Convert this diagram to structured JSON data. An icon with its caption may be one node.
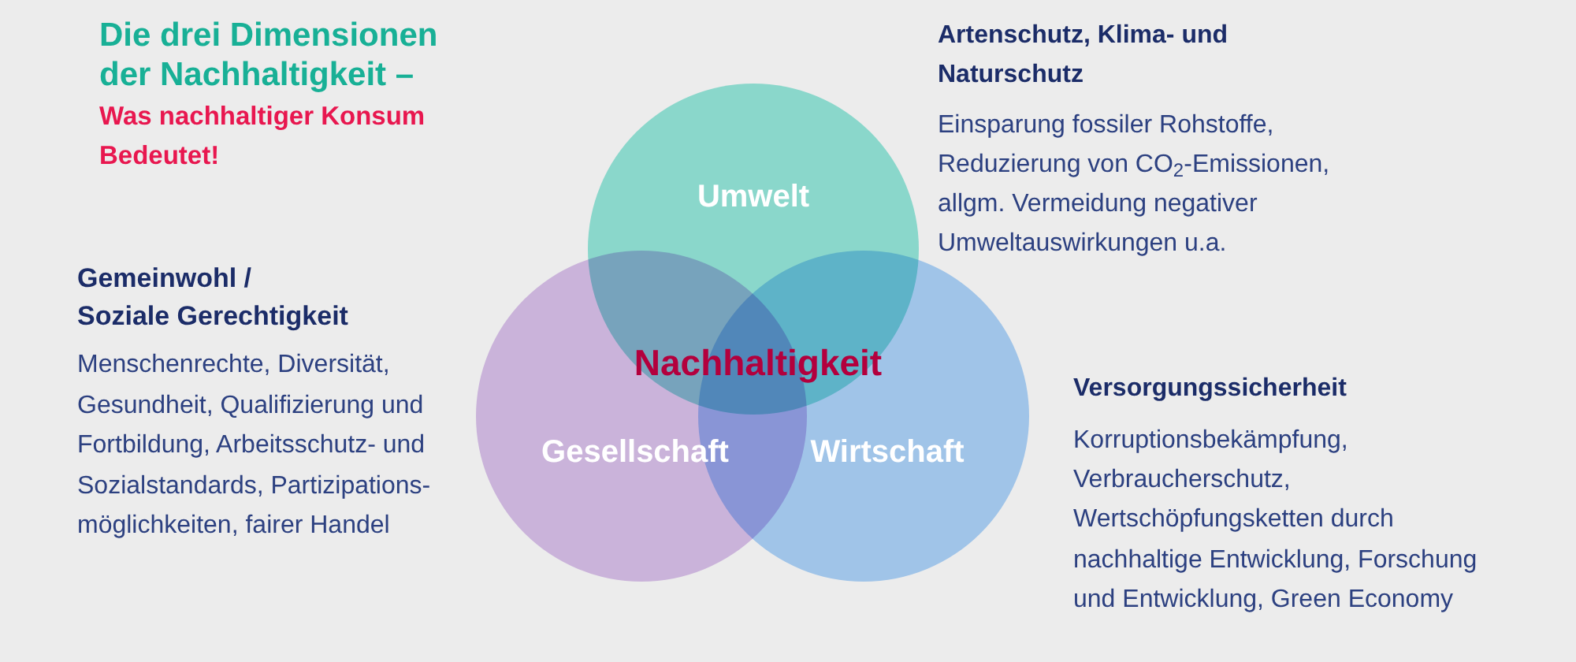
{
  "diagram": {
    "title": "Die drei Dimensionen der Nachhaltigkeit –",
    "nodes": [
      {
        "text": [
          "Umwelt"
        ]
      },
      {
        "text": [
          "Gesellschaft"
        ]
      },
      {
        "text": [
          "Wirtschaft"
        ]
      }
    ],
    "labels": [
      "Was nachhaltiger Konsum Bedeutet!",
      "Artenschutz, Klima- und Naturschutz",
      "Einsparung fossiler Rohstoffe, Reduzierung von CO$_{2}$-Emissionen, allgm. Vermeidung negativer Umweltauswirkungen u.a.",
      "Gemeinwohl / Soziale Gerechtigkeit",
      "Menschenrechte, Diversität, Gesundheit, Qualifizierung und Fortbildung, Arbeitsschutz- und Sozialstandards, Partizipations- möglichkeiten, fairer Handel",
      "Nachhaltigkeit",
      "Versorgungssicherheit",
      "Korruptionsbekämpfung, Verbraucherschutz, Wertschöpfungsketten durch nachhaltige Entwicklung, Forschung und Entwicklung, Green Economy"
    ]
  }
}
